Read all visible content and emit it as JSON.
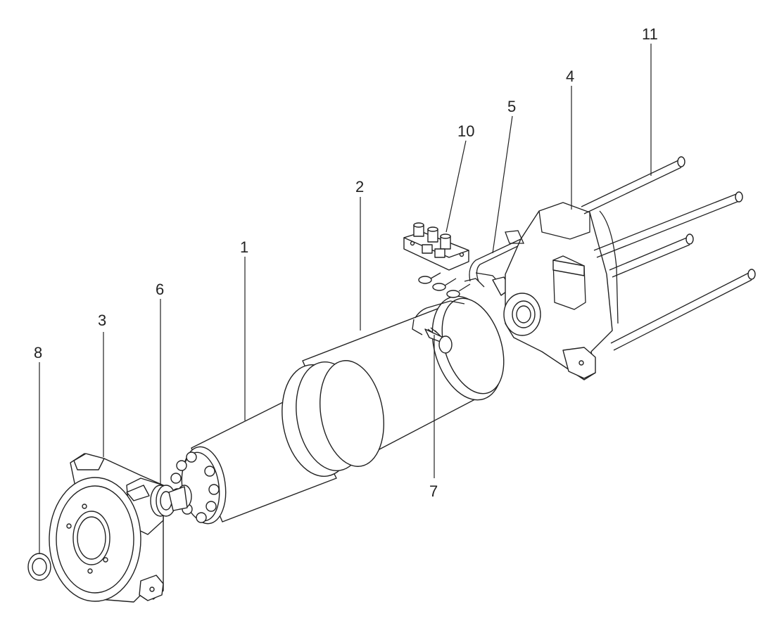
{
  "diagram": {
    "callouts": [
      {
        "id": "c1",
        "label": "1"
      },
      {
        "id": "c2",
        "label": "2"
      },
      {
        "id": "c3",
        "label": "3"
      },
      {
        "id": "c4",
        "label": "4"
      },
      {
        "id": "c5",
        "label": "5"
      },
      {
        "id": "c6",
        "label": "6"
      },
      {
        "id": "c7",
        "label": "7"
      },
      {
        "id": "c8",
        "label": "8"
      },
      {
        "id": "c10",
        "label": "10"
      },
      {
        "id": "c11",
        "label": "11"
      }
    ]
  }
}
